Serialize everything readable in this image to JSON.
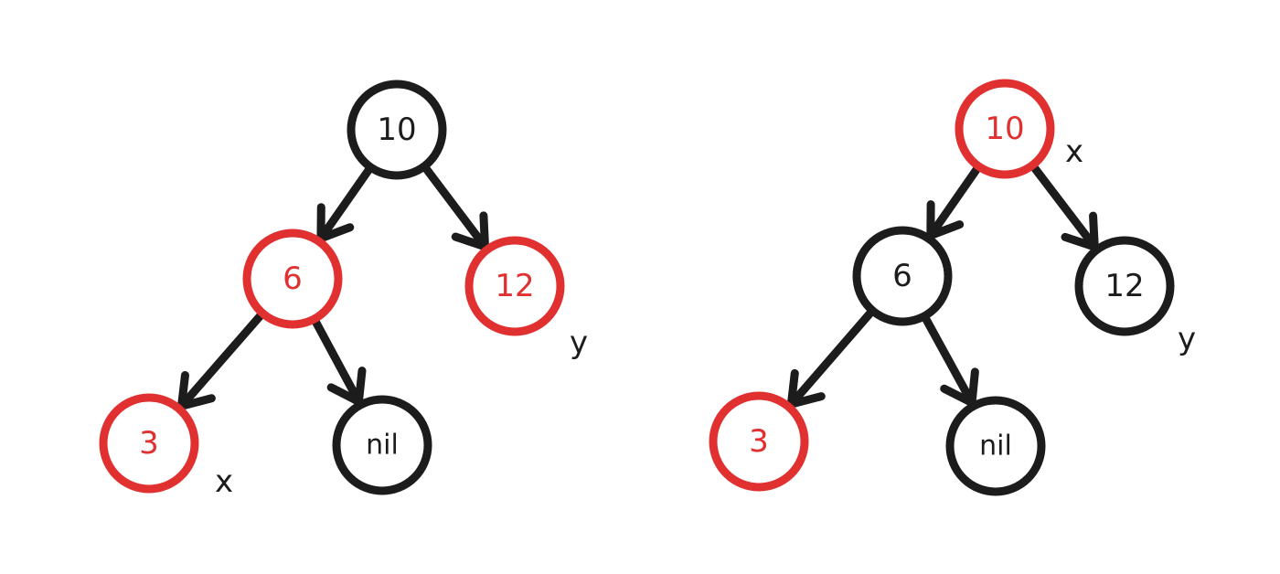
{
  "colors": {
    "red": "#e03030",
    "black": "#1c1c1c"
  },
  "trees": [
    {
      "nodes": [
        {
          "id": "n10",
          "label": "10",
          "color": "black"
        },
        {
          "id": "n6",
          "label": "6",
          "color": "red"
        },
        {
          "id": "n12",
          "label": "12",
          "color": "red"
        },
        {
          "id": "n3",
          "label": "3",
          "color": "red"
        },
        {
          "id": "nnil",
          "label": "nil",
          "color": "black"
        }
      ],
      "edges": [
        {
          "from": "n10",
          "to": "n6"
        },
        {
          "from": "n10",
          "to": "n12"
        },
        {
          "from": "n6",
          "to": "n3"
        },
        {
          "from": "n6",
          "to": "nnil"
        }
      ],
      "markers": [
        {
          "node": "n3",
          "label": "x"
        },
        {
          "node": "n12",
          "label": "y"
        }
      ]
    },
    {
      "nodes": [
        {
          "id": "n10",
          "label": "10",
          "color": "red"
        },
        {
          "id": "n6",
          "label": "6",
          "color": "black"
        },
        {
          "id": "n12",
          "label": "12",
          "color": "black"
        },
        {
          "id": "n3",
          "label": "3",
          "color": "red"
        },
        {
          "id": "nnil",
          "label": "nil",
          "color": "black"
        }
      ],
      "edges": [
        {
          "from": "n10",
          "to": "n6"
        },
        {
          "from": "n10",
          "to": "n12"
        },
        {
          "from": "n6",
          "to": "n3"
        },
        {
          "from": "n6",
          "to": "nnil"
        }
      ],
      "markers": [
        {
          "node": "n10",
          "label": "x"
        },
        {
          "node": "n12",
          "label": "y"
        }
      ]
    }
  ]
}
